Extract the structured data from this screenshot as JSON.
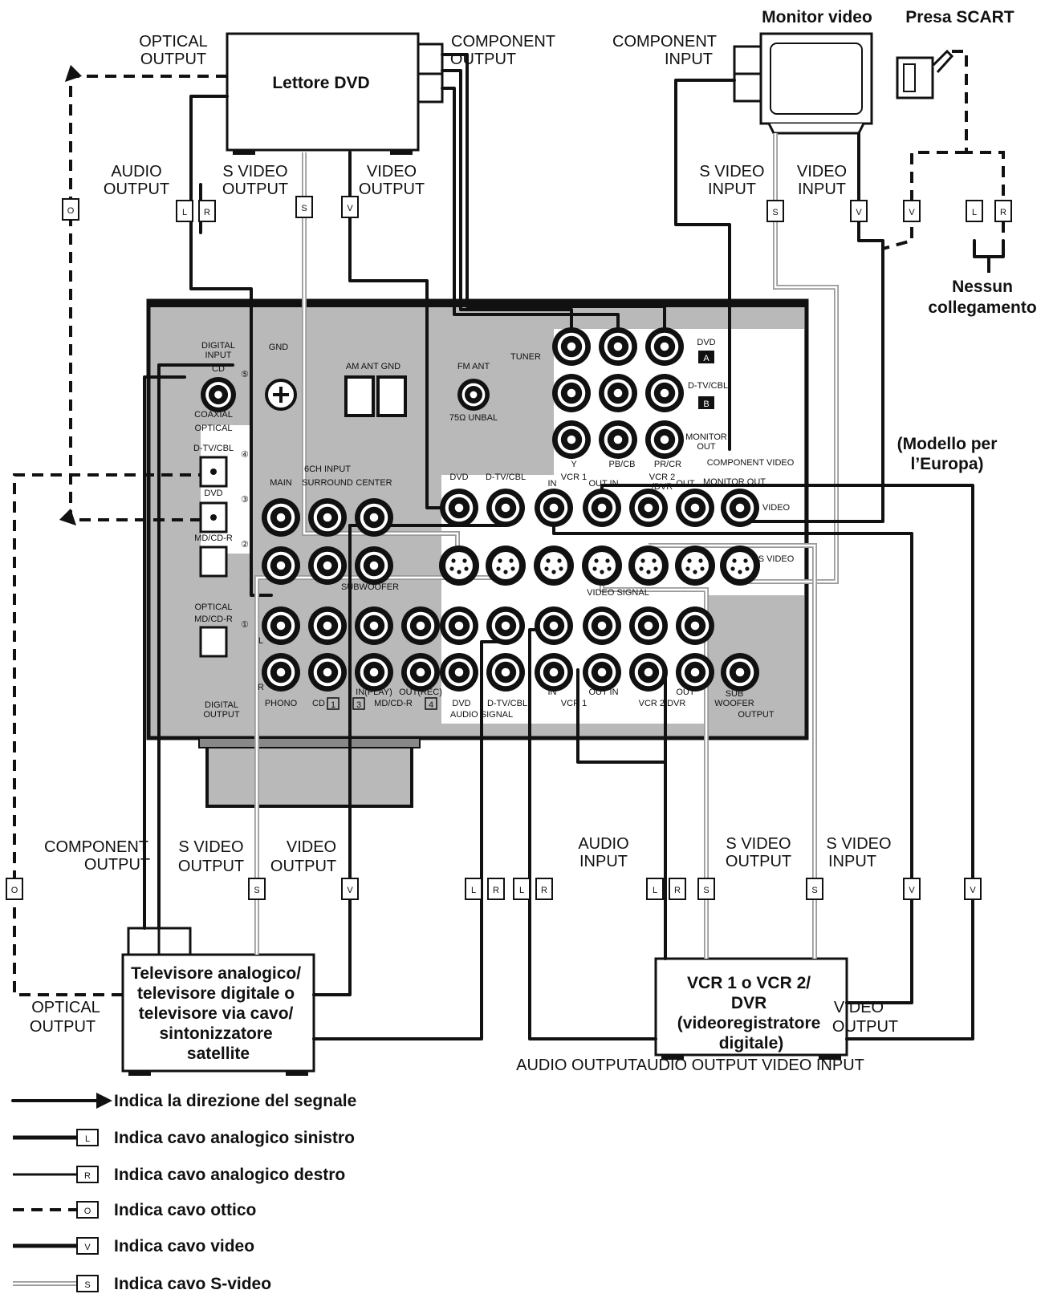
{
  "devices": {
    "dvd_player": "Lettore DVD",
    "monitor": "Monitor video",
    "scart": "Presa SCART",
    "tv_tuner": [
      "Televisore analogico/",
      "televisore digitale o",
      "televisore via cavo/",
      "sintonizzatore",
      "satellite"
    ],
    "vcr": [
      "VCR 1 o VCR 2/",
      "DVR",
      "(videoregistratore",
      "digitale)"
    ],
    "no_connection": [
      "Nessun",
      "collegamento"
    ],
    "europe_model": [
      "(Modello per",
      "l’Europa)"
    ]
  },
  "dvd_ports": {
    "optical_output": [
      "OPTICAL",
      "OUTPUT"
    ],
    "component_output": [
      "COMPONENT",
      "OUTPUT"
    ],
    "audio_output": [
      "AUDIO",
      "OUTPUT"
    ],
    "s_video_output": [
      "S VIDEO",
      "OUTPUT"
    ],
    "video_output": [
      "VIDEO",
      "OUTPUT"
    ]
  },
  "monitor_ports": {
    "component_input": [
      "COMPONENT",
      "INPUT"
    ],
    "s_video_input": [
      "S VIDEO",
      "INPUT"
    ],
    "video_input": [
      "VIDEO",
      "INPUT"
    ]
  },
  "tv_ports": {
    "component_output": [
      "COMPONENT",
      "OUTPUT"
    ],
    "s_video_output": [
      "S VIDEO",
      "OUTPUT"
    ],
    "video_output": [
      "VIDEO",
      "OUTPUT"
    ],
    "optical_output": [
      "OPTICAL",
      "OUTPUT"
    ]
  },
  "vcr_ports": {
    "audio_input": [
      "AUDIO",
      "INPUT"
    ],
    "s_video_output": [
      "S VIDEO",
      "OUTPUT"
    ],
    "s_video_input": [
      "S VIDEO",
      "INPUT"
    ],
    "video_output": [
      "VIDEO",
      "OUTPUT"
    ],
    "bottom_row": "AUDIO OUTPUTAUDIO OUTPUT VIDEO INPUT"
  },
  "receiver": {
    "digital_input": [
      "DIGITAL",
      "INPUT"
    ],
    "gnd": "GND",
    "am_ant_gnd": "AM ANT GND",
    "fm_ant": "FM ANT",
    "unbal": "75Ω UNBAL",
    "tuner": "TUNER",
    "cd": "CD",
    "coaxial": "COAXIAL",
    "optical": "OPTICAL",
    "dtv_cbl": "D-TV/CBL",
    "dvd": "DVD",
    "md_cd_r": "MD/CD-R",
    "ch6_input": "6CH INPUT",
    "main": "MAIN",
    "surround": "SURROUND",
    "center": "CENTER",
    "subwoofer_small": "SUBWOOFER",
    "video_in_dvd": "DVD",
    "video_in_dtv": "D-TV/CBL",
    "vcr1": "VCR 1",
    "in": "IN",
    "out_in": "OUT IN",
    "vcr2_dvr": [
      "VCR 2",
      "/DVR"
    ],
    "out": "OUT",
    "monitor_out": "MONITOR OUT",
    "video": "VIDEO",
    "s_video": "S VIDEO",
    "video_signal": "VIDEO SIGNAL",
    "comp_dvd": "DVD",
    "comp_a": "A",
    "comp_dtv": "D-TV/CBL",
    "comp_b": "B",
    "monitor_out_small": [
      "MONITOR",
      "OUT"
    ],
    "component_video": "COMPONENT VIDEO",
    "y": "Y",
    "pb": "PB/CB",
    "pr": "PR/CR",
    "optical2": "OPTICAL",
    "md_cd_r2": "MD/CD-R",
    "digital_output": [
      "DIGITAL",
      "OUTPUT"
    ],
    "phono": "PHONO",
    "cd_audio": "CD",
    "num1": "1",
    "num3": "3",
    "in_play": "IN(PLAY)",
    "out_rec": "OUT(REC)",
    "md_cd_r3": "MD/CD-R",
    "num4": "4",
    "audio_dvd": "DVD",
    "audio_dtv": "D-TV/CBL",
    "audio_signal": "AUDIO SIGNAL",
    "audio_in": "IN",
    "audio_vcr1": "VCR 1",
    "audio_out_in": "OUT IN",
    "audio_out": "OUT",
    "audio_vcr2": "VCR 2/DVR",
    "sub_woofer": [
      "SUB",
      "WOOFER"
    ],
    "output": "OUTPUT",
    "l": "L",
    "r": "R",
    "n1": "①",
    "n2": "②",
    "n3": "③",
    "n4": "④",
    "n5": "⑤"
  },
  "plug_letters": {
    "o": "O",
    "l": "L",
    "r": "R",
    "s": "S",
    "v": "V"
  },
  "legend": [
    "Indica la direzione del segnale",
    "Indica cavo analogico sinistro",
    "Indica cavo analogico destro",
    "Indica cavo ottico",
    "Indica cavo video",
    "Indica cavo S-video"
  ]
}
